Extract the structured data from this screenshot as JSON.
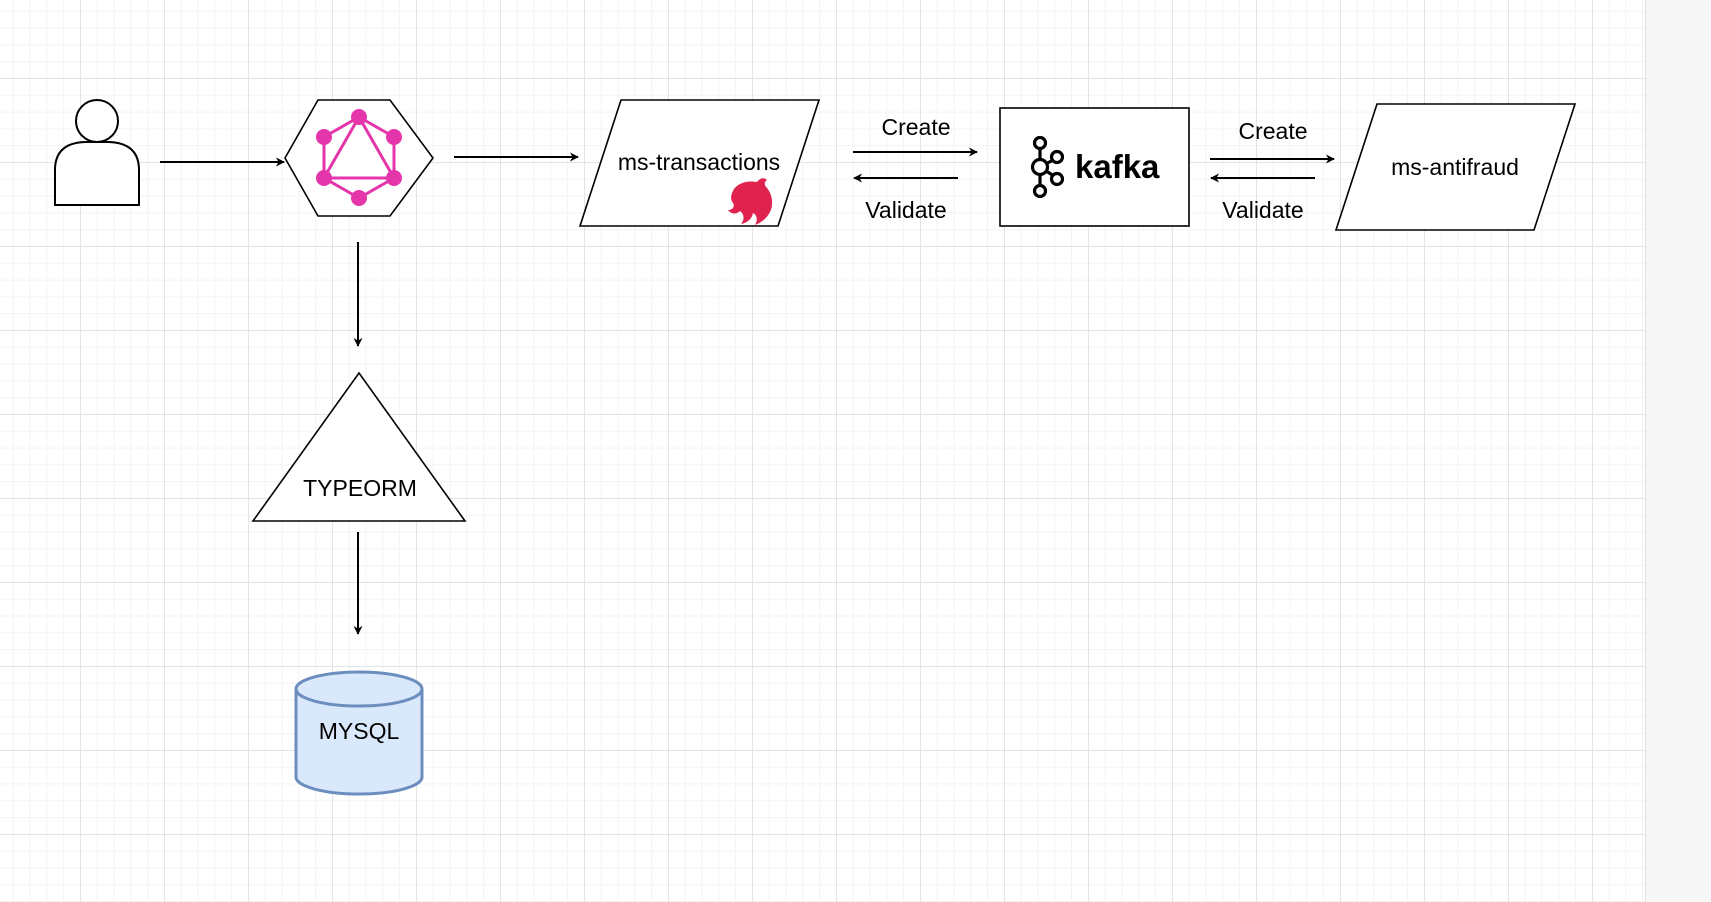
{
  "nodes": {
    "user": {
      "icon": "user-icon"
    },
    "graphql": {
      "icon": "graphql-icon",
      "color": "#e535ab"
    },
    "ms_transactions": {
      "label": "ms-transactions",
      "icon": "nestjs-icon",
      "icon_color": "#e0234e"
    },
    "kafka": {
      "label": "kafka",
      "icon": "kafka-icon"
    },
    "ms_antifraud": {
      "label": "ms-antifraud"
    },
    "typeorm": {
      "label": "TYPEORM"
    },
    "mysql": {
      "label": "MYSQL",
      "fill": "#dae8fc",
      "stroke": "#6c8ebf"
    }
  },
  "edges": {
    "tx_to_kafka": {
      "label": "Create"
    },
    "kafka_to_tx": {
      "label": "Validate"
    },
    "kafka_to_antifraud": {
      "label": "Create"
    },
    "antifraud_to_kafka": {
      "label": "Validate"
    }
  }
}
